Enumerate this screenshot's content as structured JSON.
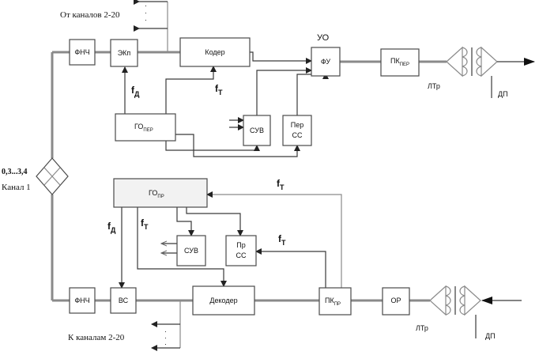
{
  "labels": {
    "from_channels": "От каналов 2-20",
    "to_channels": "К каналам 2-20",
    "input_range": "0,3...3,4",
    "channel_1": "Канал 1",
    "uo": "УО",
    "ltr_top": "ЛТр",
    "ltr_bottom": "ЛТр",
    "dp_top": "ДП",
    "dp_bottom": "ДП"
  },
  "blocks": {
    "fnch_top": "ФНЧ",
    "ekn": "ЭКп",
    "koder": "Кодер",
    "fu": "ФУ",
    "pk_per": {
      "main": "ПК",
      "sub": "ПЕР"
    },
    "go_per": {
      "main": "ГО",
      "sub": "ПЕР"
    },
    "suv_top": "СУВ",
    "per_ss": {
      "line1": "Пер",
      "line2": "СС"
    },
    "go_pr": {
      "main": "ГО",
      "sub": "ПР"
    },
    "suv_bottom": "СУВ",
    "pr_ss": {
      "line1": "Пр",
      "line2": "СС"
    },
    "fnch_bottom": "ФНЧ",
    "vs": "ВС",
    "dekoder": "Декодер",
    "pk_pr": {
      "main": "ПК",
      "sub": "ПР"
    },
    "or": "ОР"
  },
  "signals": {
    "fd_top": {
      "main": "f",
      "sub": "Д"
    },
    "ft_top": {
      "main": "f",
      "sub": "Т"
    },
    "fd_bottom": {
      "main": "f",
      "sub": "Д"
    },
    "ft_bottom": {
      "main": "f",
      "sub": "Т"
    },
    "ft_feedback": {
      "main": "f",
      "sub": "Т"
    },
    "ft_pk": {
      "main": "f",
      "sub": "Т"
    }
  },
  "colors": {
    "line_dark": "#3a3a3a",
    "line_light": "#8a8a8a",
    "block_border": "#4a4a4a",
    "block_fill_grey": "#f2f2f2"
  }
}
